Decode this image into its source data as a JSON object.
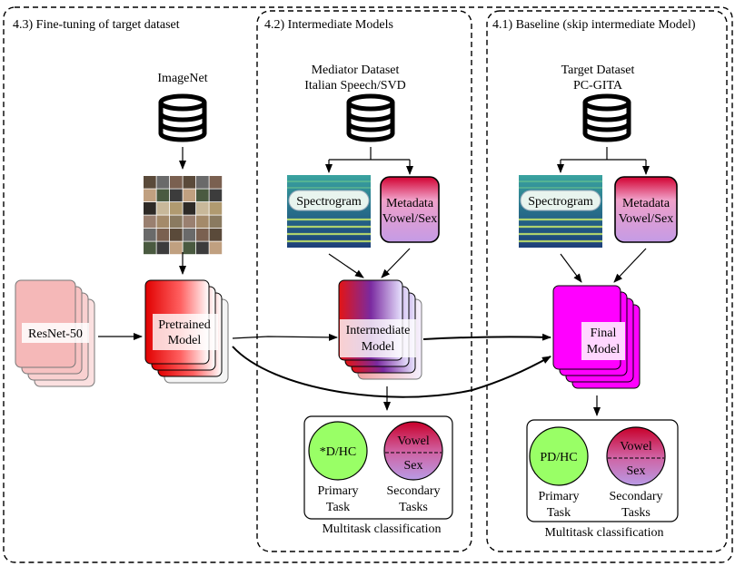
{
  "sections": {
    "fine_tuning": {
      "title": "4.3) Fine-tuning of target dataset"
    },
    "intermediate": {
      "title": "4.2) Intermediate Models"
    },
    "baseline": {
      "title": "4.1) Baseline (skip intermediate Model)"
    }
  },
  "datasets": {
    "imagenet": {
      "name": "ImageNet"
    },
    "mediator": {
      "line1": "Mediator Dataset",
      "line2": "Italian Speech/SVD"
    },
    "target": {
      "line1": "Target Dataset",
      "line2": "PC-GITA"
    }
  },
  "models": {
    "resnet": {
      "label": "ResNet-50"
    },
    "pretrained": {
      "line1": "Pretrained",
      "line2": "Model"
    },
    "intermediate": {
      "line1": "Intermediate",
      "line2": "Model"
    },
    "final": {
      "line1": "Final",
      "line2": "Model"
    }
  },
  "features": {
    "spectrogram": "Spectrogram",
    "metadata_line1": "Metadata",
    "metadata_line2": "Vowel/Sex"
  },
  "tasks": {
    "intermediate_primary": "*D/HC",
    "baseline_primary": "PD/HC",
    "vowel": "Vowel",
    "sex": "Sex",
    "primary_line1": "Primary",
    "primary_line2": "Task",
    "secondary_line1": "Secondary",
    "secondary_line2": "Tasks",
    "multitask_label": "Multitask classification"
  },
  "icons": [
    "database-icon",
    "imagenet-thumbnail",
    "spectrogram-image"
  ],
  "colors": {
    "resnet": "#f7c2c2",
    "pretrained": "#e30000",
    "intermediate_red": "#e41414",
    "intermediate_blue": "#6a3cc8",
    "final": "#ff00ff",
    "metadata_top": "#cc0033",
    "metadata_bottom": "#c49be6",
    "primary_task": "#99ff66",
    "spectrogram_bg": "#2a7a8c"
  }
}
